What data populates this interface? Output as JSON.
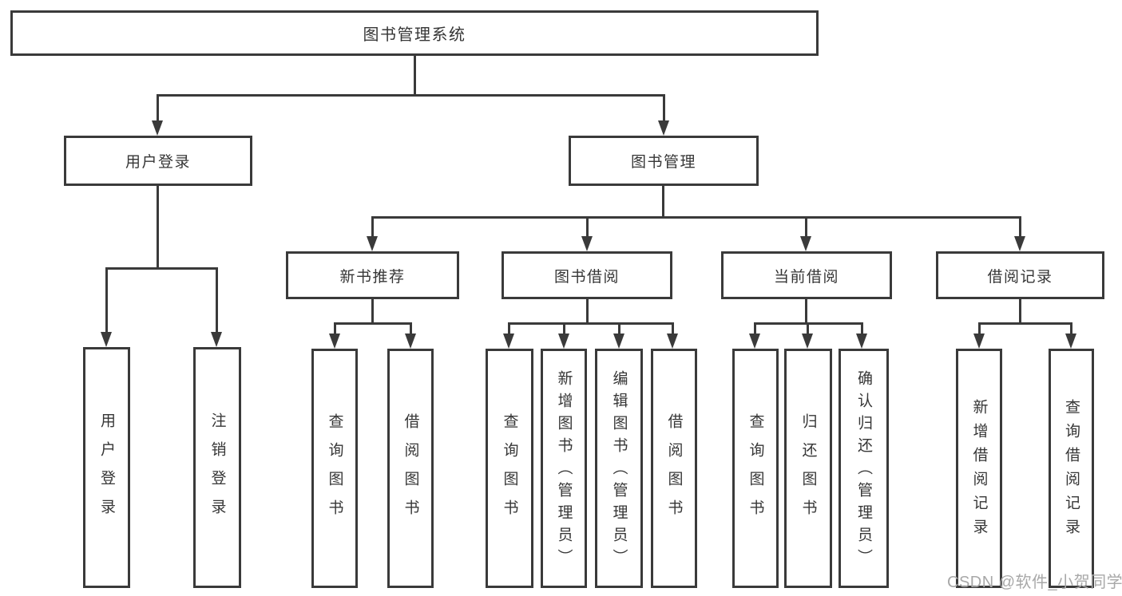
{
  "diagram_title": "图书管理系统",
  "watermark": "CSDN @软件_小贺同学",
  "colors": {
    "line": "#3a3a3a",
    "text": "#363636",
    "watermark": "#a8a8a8",
    "background": "#ffffff"
  },
  "tree": {
    "label": "图书管理系统",
    "children": [
      {
        "label": "用户登录",
        "children": [
          {
            "label": "用户登录"
          },
          {
            "label": "注销登录"
          }
        ]
      },
      {
        "label": "图书管理",
        "children": [
          {
            "label": "新书推荐",
            "children": [
              {
                "label": "查询图书"
              },
              {
                "label": "借阅图书"
              }
            ]
          },
          {
            "label": "图书借阅",
            "children": [
              {
                "label": "查询图书"
              },
              {
                "label": "新增图书（管理员）"
              },
              {
                "label": "编辑图书（管理员）"
              },
              {
                "label": "借阅图书"
              }
            ]
          },
          {
            "label": "当前借阅",
            "children": [
              {
                "label": "查询图书"
              },
              {
                "label": "归还图书"
              },
              {
                "label": "确认归还（管理员）"
              }
            ]
          },
          {
            "label": "借阅记录",
            "children": [
              {
                "label": "新增借阅记录"
              },
              {
                "label": "查询借阅记录"
              }
            ]
          }
        ]
      }
    ]
  }
}
